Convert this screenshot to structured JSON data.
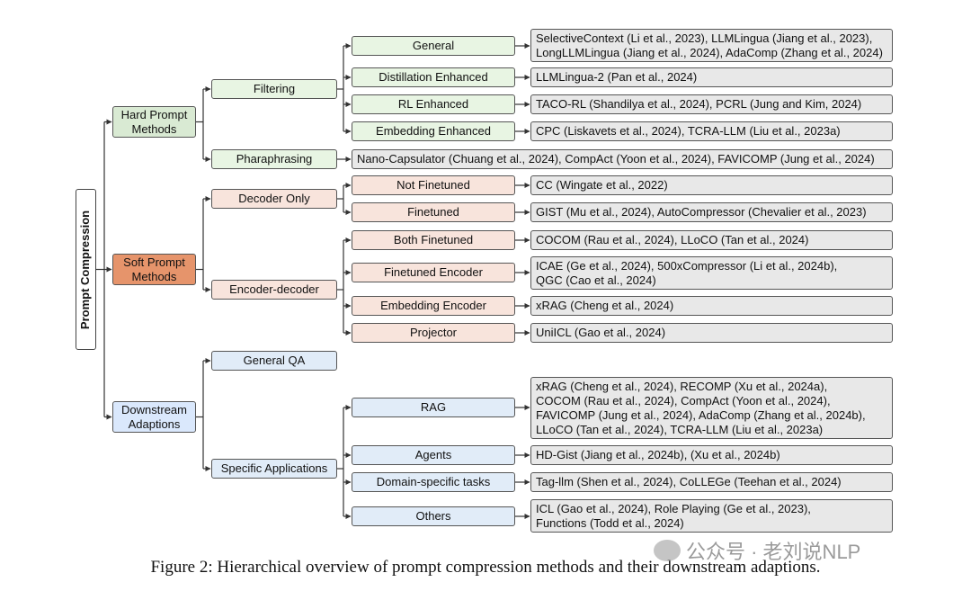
{
  "root": "Prompt Compression",
  "categories": {
    "hard": "Hard Prompt\nMethods",
    "soft": "Soft Prompt\nMethods",
    "downstream": "Downstream\nAdaptions"
  },
  "subcategories": {
    "filtering": "Filtering",
    "paraphrasing": "Pharaphrasing",
    "decoder_only": "Decoder Only",
    "encoder_decoder": "Encoder-decoder",
    "general_qa": "General QA",
    "specific_applications": "Specific Applications"
  },
  "methods": {
    "general": "General",
    "distillation_enhanced": "Distillation Enhanced",
    "rl_enhanced": "RL Enhanced",
    "embedding_enhanced": "Embedding Enhanced",
    "not_finetuned": "Not Finetuned",
    "finetuned": "Finetuned",
    "both_finetuned": "Both Finetuned",
    "finetuned_encoder": "Finetuned Encoder",
    "embedding_encoder": "Embedding Encoder",
    "projector": "Projector",
    "rag": "RAG",
    "agents": "Agents",
    "domain_specific": "Domain-specific tasks",
    "others": "Others"
  },
  "references": {
    "general": [
      "SelectiveContext (Li et al., 2023), LLMLingua (Jiang et al., 2023),",
      "LongLLMLingua (Jiang et al., 2024), AdaComp (Zhang et al., 2024)"
    ],
    "distillation_enhanced": [
      "LLMLingua-2 (Pan et al., 2024)"
    ],
    "rl_enhanced": [
      "TACO-RL (Shandilya et al., 2024), PCRL (Jung and Kim, 2024)"
    ],
    "embedding_enhanced": [
      "CPC (Liskavets et al., 2024), TCRA-LLM (Liu et al., 2023a)"
    ],
    "paraphrasing": [
      "Nano-Capsulator (Chuang et al., 2024), CompAct (Yoon et al., 2024), FAVICOMP (Jung et al., 2024)"
    ],
    "not_finetuned": [
      "CC (Wingate et al., 2022)"
    ],
    "finetuned": [
      "GIST (Mu et al., 2024), AutoCompressor (Chevalier et al., 2023)"
    ],
    "both_finetuned": [
      "COCOM (Rau et al., 2024), LLoCO (Tan et al., 2024)"
    ],
    "finetuned_encoder": [
      "ICAE (Ge et al., 2024), 500xCompressor (Li et al., 2024b),",
      "QGC (Cao et al., 2024)"
    ],
    "embedding_encoder": [
      "xRAG (Cheng et al., 2024)"
    ],
    "projector": [
      "UniICL (Gao et al., 2024)"
    ],
    "rag": [
      "xRAG (Cheng et al., 2024), RECOMP (Xu et al., 2024a),",
      "COCOM (Rau et al., 2024), CompAct (Yoon et al., 2024),",
      "FAVICOMP (Jung et al., 2024), AdaComp (Zhang et al., 2024b),",
      "LLoCO (Tan et al., 2024), TCRA-LLM (Liu et al., 2023a)"
    ],
    "agents": [
      "HD-Gist (Jiang et al., 2024b), (Xu et al., 2024b)"
    ],
    "domain_specific": [
      "Tag-llm (Shen et al., 2024), CoLLEGe (Teehan et al., 2024)"
    ],
    "others": [
      "ICL (Gao et al., 2024), Role Playing (Ge et al., 2023),",
      "Functions (Todd et al., 2024)"
    ]
  },
  "caption": "Figure 2: Hierarchical overview of prompt compression methods and their downstream adaptions.",
  "watermark": "公众号 · 老刘说NLP",
  "colors": {
    "hard": "#d9ead3",
    "soft": "#e6946b",
    "downstream": "#dae8fc",
    "hard_light": "#e8f5e3",
    "soft_light": "#f8e4dc",
    "downstream_light": "#e1ecf8",
    "leaf": "#e8e8e8",
    "line": "#333333"
  }
}
